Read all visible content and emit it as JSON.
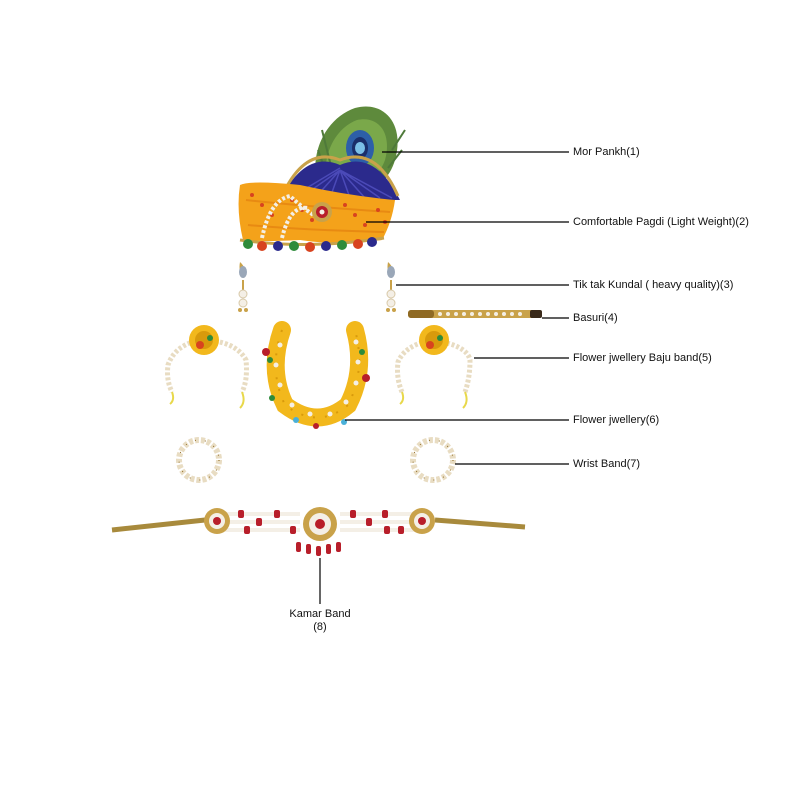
{
  "labels": {
    "mor_pankh": "Mor Pankh(1)",
    "pagdi": "Comfortable Pagdi (Light Weight)(2)",
    "kundal": "Tik tak Kundal ( heavy quality)(3)",
    "basuri": "Basuri(4)",
    "baju_band": "Flower jwellery Baju band(5)",
    "flower_jwellery": "Flower jwellery(6)",
    "wrist_band": "Wrist Band(7)",
    "kamar_band_line1": "Kamar Band",
    "kamar_band_line2": "(8)"
  },
  "colors": {
    "background": "#ffffff",
    "leader_line": "#000000",
    "marigold": "#f2b81c",
    "marigold_dark": "#d89a0c",
    "pagdi_orange": "#f4a21a",
    "pagdi_red": "#d8431f",
    "fan_blue": "#2b2a8c",
    "gold": "#c9a24a",
    "gold_dark": "#8f6a24",
    "pearl": "#f4efe6",
    "red_bead": "#b81e2a",
    "feather_green": "#4f7a3a",
    "feather_blue": "#1d4aa3"
  },
  "icons": {
    "mor_pankh": "peacock-feather-icon",
    "pagdi": "turban-icon",
    "kundal": "earring-icon",
    "basuri": "flute-icon",
    "baju_band": "armband-icon",
    "flower_jwellery": "necklace-icon",
    "wrist_band": "bracelet-icon",
    "kamar_band": "waist-belt-icon"
  }
}
